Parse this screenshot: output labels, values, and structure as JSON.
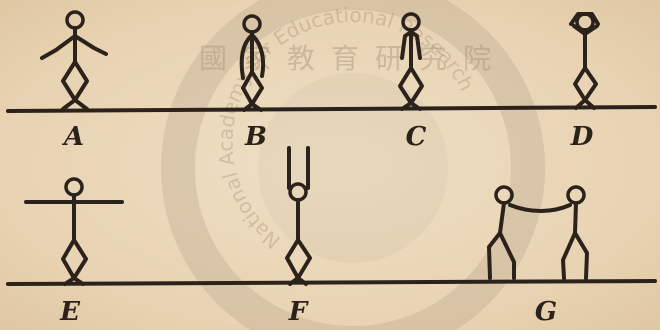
{
  "figures": [
    {
      "id": "A",
      "label": "A",
      "pose": "arms-spread-down"
    },
    {
      "id": "B",
      "label": "B",
      "pose": "arms-at-sides"
    },
    {
      "id": "C",
      "label": "C",
      "pose": "hands-on-shoulders"
    },
    {
      "id": "D",
      "label": "D",
      "pose": "hands-on-head"
    },
    {
      "id": "E",
      "label": "E",
      "pose": "arms-horizontal"
    },
    {
      "id": "F",
      "label": "F",
      "pose": "arms-raised-up"
    },
    {
      "id": "G",
      "label": "G",
      "pose": "two-figures-squatting-holding-hands"
    }
  ],
  "watermark": {
    "top_text": "國家教育研究院",
    "ring_text": "National Academy for Educational Research"
  },
  "colors": {
    "ink": "#2b221c",
    "paper": "#ecd9bb",
    "watermark": "#b9a58c"
  }
}
